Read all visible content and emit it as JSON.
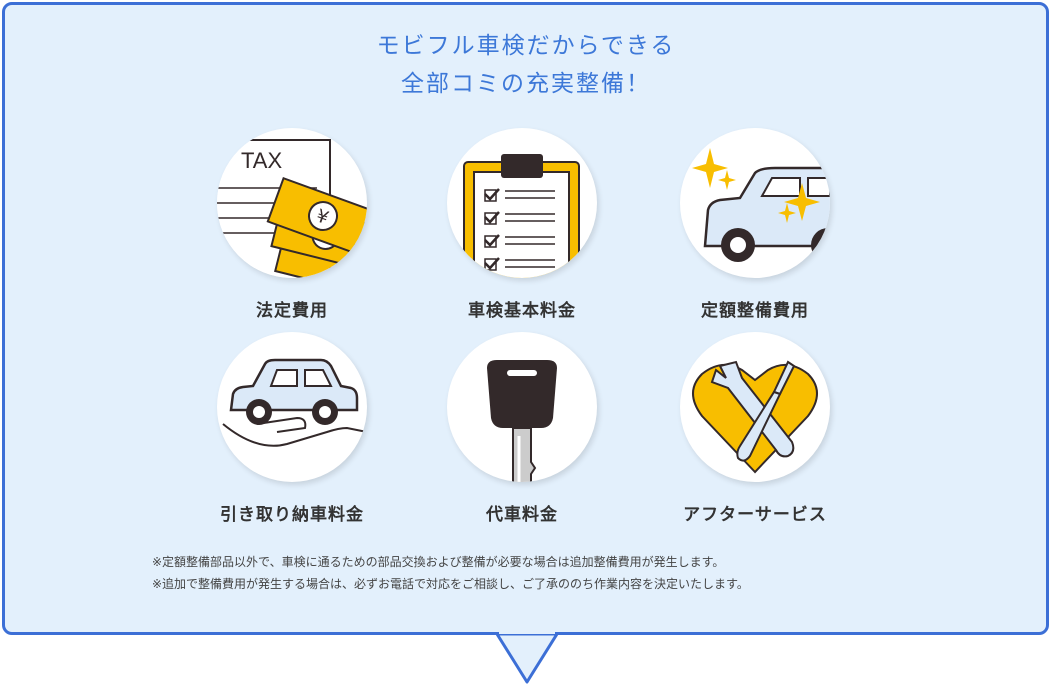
{
  "title": {
    "line1": "モビフル車検だからできる",
    "line2": "全部コミの充実整備！"
  },
  "items": [
    {
      "label": "法定費用",
      "icon": "tax-money-icon",
      "tax": "TAX",
      "yen": "¥"
    },
    {
      "label": "車検基本料金",
      "icon": "clipboard-checklist-icon"
    },
    {
      "label": "定額整備費用",
      "icon": "sparkling-car-icon"
    },
    {
      "label": "引き取り納車料金",
      "icon": "car-on-hand-icon"
    },
    {
      "label": "代車料金",
      "icon": "car-key-icon"
    },
    {
      "label": "アフターサービス",
      "icon": "heart-tools-icon"
    }
  ],
  "notes": [
    "※定額整備部品以外で、車検に通るための部品交換および整備が必要な場合は追加整備費用が発生します。",
    "※追加で整備費用が発生する場合は、必ずお電話で対応をご相談し、ご了承ののち作業内容を決定いたします。"
  ],
  "colors": {
    "accent": "#3c6fd6",
    "background": "#e3f0fc",
    "yellow": "#f8be00",
    "dark": "#33292a"
  }
}
